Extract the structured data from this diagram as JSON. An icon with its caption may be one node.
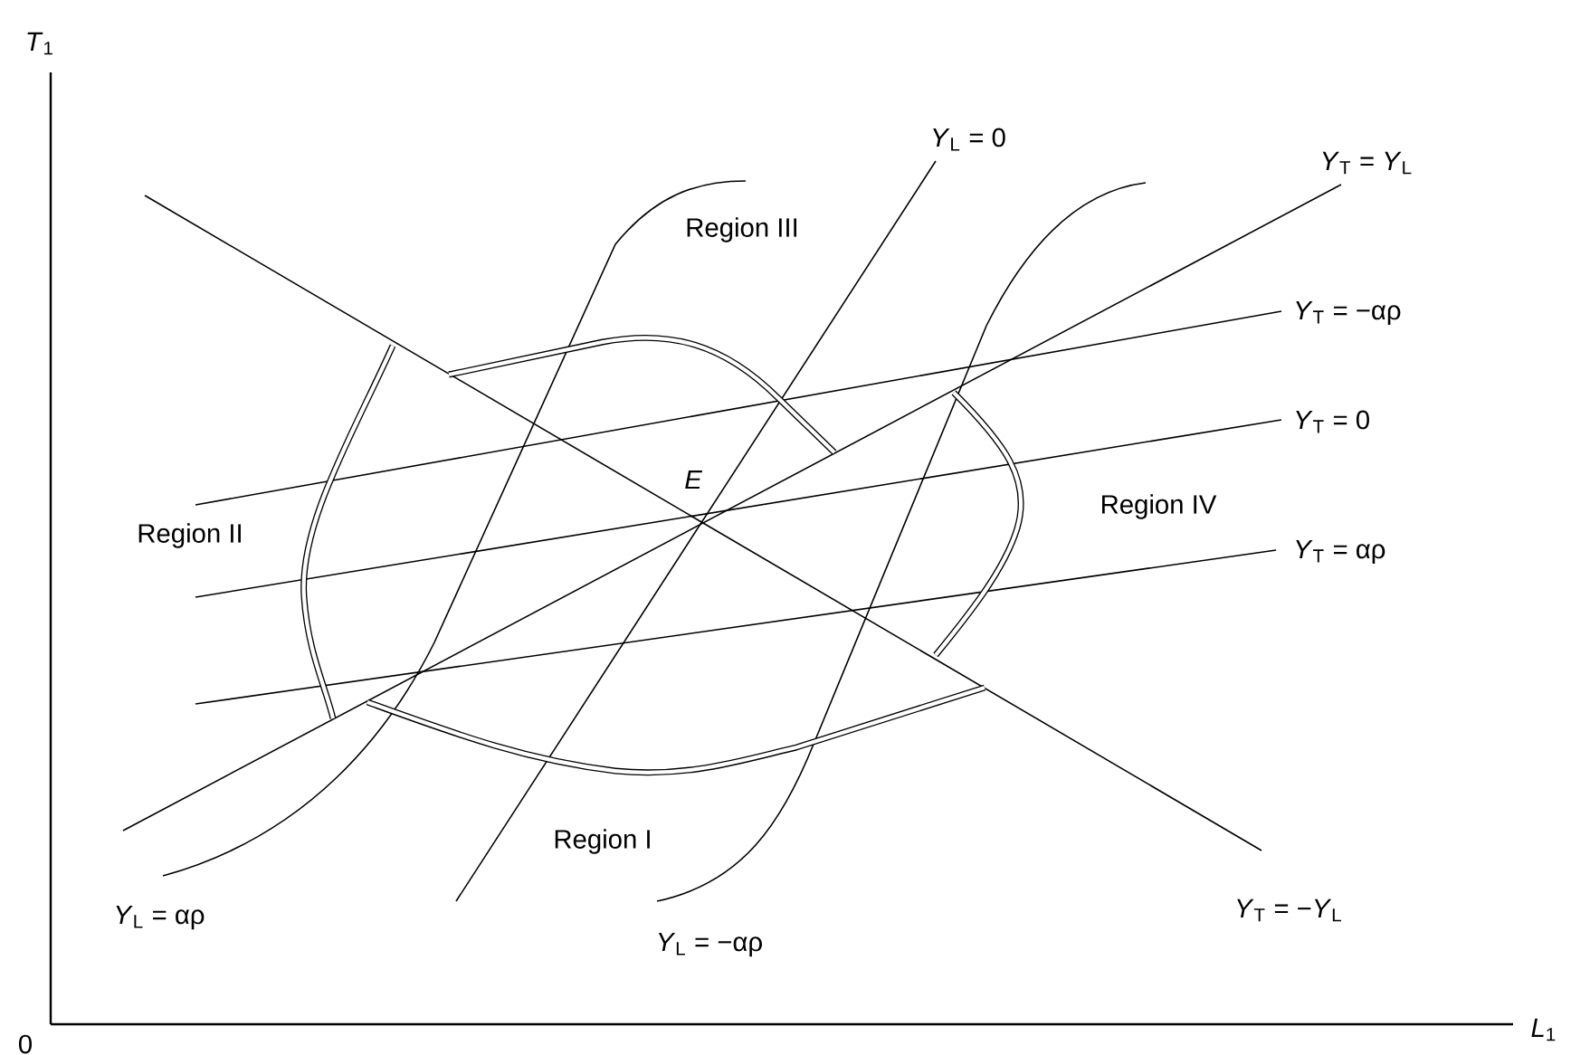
{
  "diagram": {
    "labels": [
      "*T*$_{1}$",
      "*Y*$_{L}$ = 0",
      "*Y*$_{T}$ = *Y*$_{L}$",
      "Region III",
      "*Y*$_{T}$ = −αρ",
      "*Y*$_{T}$ = 0",
      "E",
      "Region IV",
      "Region II",
      "*Y*$_{T}$ = αρ",
      "Region I",
      "*Y*$_{L}$ = αρ",
      "*Y*$_{L}$ = −αρ",
      "*Y*$_{T}$ = −*Y*$_{L}$",
      "0",
      "*L*$_{1}$"
    ]
  }
}
